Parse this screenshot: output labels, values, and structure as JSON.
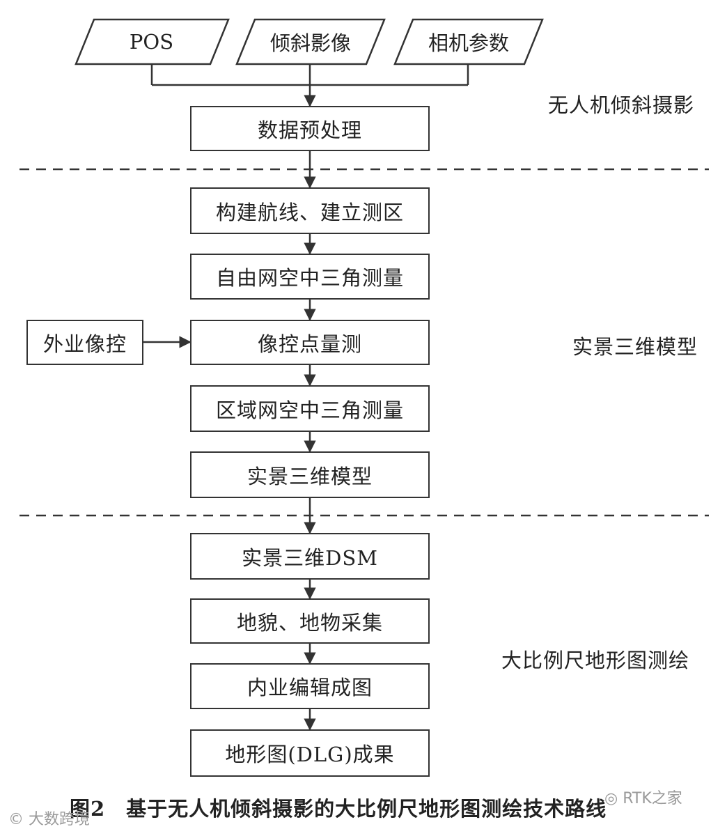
{
  "inputs": [
    "POS",
    "倾斜影像",
    "相机参数"
  ],
  "preprocess": "数据预处理",
  "steps": [
    "构建航线、建立测区",
    "自由网空中三角测量",
    "像控点量测",
    "区域网空中三角测量",
    "实景三维模型"
  ],
  "external": "外业像控",
  "output_steps": [
    "实景三维DSM",
    "地貌、地物采集",
    "内业编辑成图",
    "地形图(DLG)成果"
  ],
  "sections": [
    "无人机倾斜摄影",
    "实景三维模型",
    "大比例尺地形图测绘"
  ],
  "caption": "图2　基于无人机倾斜摄影的大比例尺地形图测绘技术路线",
  "watermarks": [
    "大数跨境",
    "RTK之家"
  ]
}
